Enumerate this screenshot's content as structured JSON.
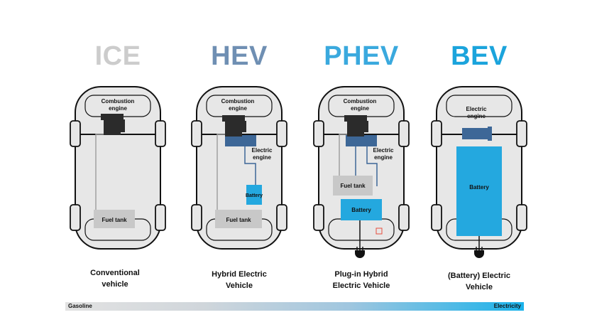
{
  "colors": {
    "ice": "#cccccc",
    "hev": "#6f8fb3",
    "phev": "#3aa9de",
    "bev": "#1ba4dc",
    "car_body": "#e7e7e7",
    "car_outline": "#111111",
    "engine": "#2b2b2b",
    "motor": "#3d6797",
    "battery": "#24a8df",
    "tank": "#c8c8c8"
  },
  "vehicles": [
    {
      "title": "ICE",
      "caption_line1": "Conventional",
      "caption_line2": "vehicle",
      "combustion_line1": "Combustion",
      "combustion_line2": "engine",
      "fuel_tank": "Fuel tank"
    },
    {
      "title": "HEV",
      "caption_line1": "Hybrid Electric",
      "caption_line2": "Vehicle",
      "combustion_line1": "Combustion",
      "combustion_line2": "engine",
      "electric_line1": "Electric",
      "electric_line2": "engine",
      "battery": "Battery",
      "fuel_tank": "Fuel tank"
    },
    {
      "title": "PHEV",
      "caption_line1": "Plug-in Hybrid",
      "caption_line2": "Electric Vehicle",
      "combustion_line1": "Combustion",
      "combustion_line2": "engine",
      "electric_line1": "Electric",
      "electric_line2": "engine",
      "fuel_tank": "Fuel tank",
      "battery": "Battery"
    },
    {
      "title": "BEV",
      "caption_line1": "(Battery) Electric",
      "caption_line2": "Vehicle",
      "electric_line1": "Electric",
      "electric_line2": "engine",
      "battery": "Battery"
    }
  ],
  "scale": {
    "left": "Gasoline",
    "right": "Electricity"
  }
}
